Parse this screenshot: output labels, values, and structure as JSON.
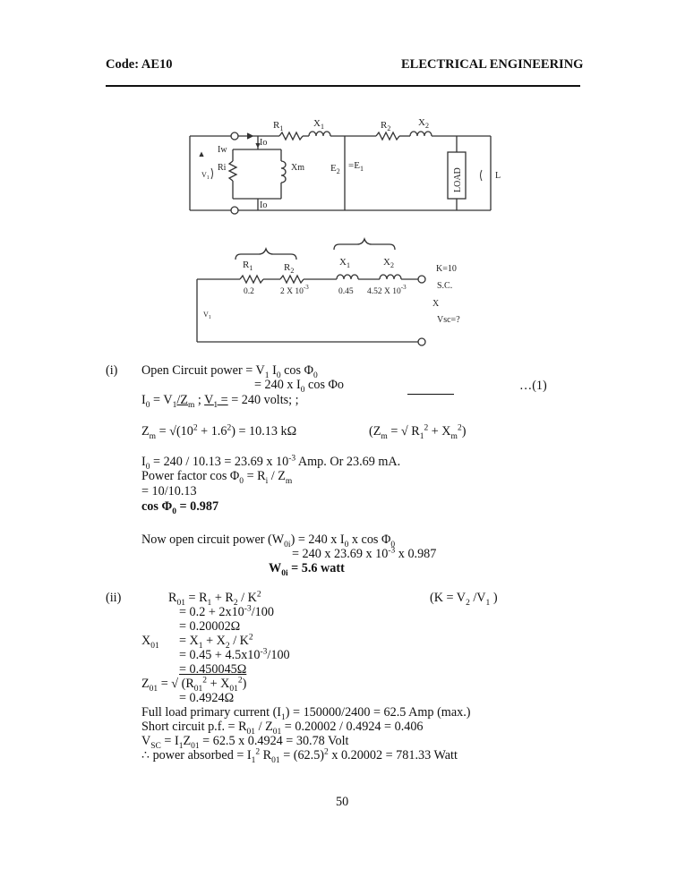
{
  "header": {
    "code": "Code: AE10",
    "subject": "ELECTRICAL ENGINEERING"
  },
  "circuit1": {
    "r1": "R",
    "r1_sub": "1",
    "x1": "X",
    "x1_sub": "1",
    "r2": "R",
    "r2_sub": "2",
    "x2": "X",
    "x2_sub": "2",
    "iw": "Iw",
    "ri": "Ri",
    "io_top": "Io",
    "io_bottom": "Io",
    "xm": "Xm",
    "e2": "E",
    "e2_sub": "2",
    "e1": "=E",
    "e1_sub": "1",
    "load": "LOAD",
    "v1": "V",
    "v1_sub": "1",
    "l": "L"
  },
  "circuit2": {
    "r1": "R",
    "r1_sub": "1",
    "r2": "R",
    "r2_sub": "2",
    "x1": "X",
    "x1_sub": "1",
    "x2": "X",
    "x2_sub": "2",
    "r1_val": "0.2",
    "r2_val": "2 X 10",
    "r2_exp": "-3",
    "x1_val": "0.45",
    "x2_val": "4.52 X 10",
    "x2_exp": "-3",
    "k": "K=10",
    "sc": "S.C.",
    "x": "X",
    "vsc": "Vsc=?",
    "v1": "V",
    "v1_sub": "1"
  },
  "part_i": {
    "label": "(i)",
    "l1": "Open Circuit power = V",
    "l2": "= 240 x I",
    "eq_num": "…(1)",
    "l3": "I",
    "l3b": " = 240 volts;   ;",
    "l4": "Z",
    "l4b": " = √(10",
    "l4c": " + 1.6",
    "l4d": ") = 10.13 kΩ",
    "l4_right": "(Z",
    "l4_right2": " = √ R",
    "l4_right3": " + X",
    "l5": "I",
    "l5b": " = 240 / 10.13 = 23.69 x 10",
    "l5c": " Amp. Or 23.69 mA.",
    "l6": "Power factor cos Φ",
    "l6b": " = R",
    "l6c": " / Z",
    "l7": "= 10/10.13",
    "l8": "cos Φ",
    "l8b": " = 0.987",
    "l9": "Now open circuit power (W",
    "l9b": ") = 240 x I",
    "l9c": " x cos Φ",
    "l10": "= 240 x 23.69 x 10",
    "l10b": " x 0.987",
    "l11": "W",
    "l11b": "  = 5.6 watt"
  },
  "part_ii": {
    "label": "(ii)",
    "r01": "R",
    "r01b": " = R",
    "r01c": " + R",
    "r01d": " / K",
    "k_def": "(K = V",
    "k_def2": " /V",
    "k_def3": " )",
    "r02": "= 0.2 + 2x10",
    "r02b": "/100",
    "r03": "= 0.20002Ω",
    "x01": "X",
    "x01b": "= X",
    "x01c": " + X",
    "x01d": " / K",
    "x02": "= 0.45 + 4.5x10",
    "x02b": "/100",
    "x03": "= 0.450045Ω",
    "z01": "Z",
    "z01b": " = √ (R",
    "z01c": " + X",
    "z01d": ")",
    "z02": "= 0.4924Ω",
    "fl": "Full load primary current (I",
    "flb": ") = 150000/2400 = 62.5 Amp (max.)",
    "sc_pf": "Short circuit p.f. = R",
    "sc_pfb": " / Z",
    "sc_pfc": " = 0.20002 / 0.4924 = 0.406",
    "vsc": "V",
    "vscb": " = I",
    "vscc": "Z",
    "vscd": " = 62.5 x 0.4924 = 30.78 Volt",
    "pa": "∴ power absorbed  = I",
    "pab": " R",
    "pac": " = (62.5)",
    "pad": " x 0.20002 = 781.33 Watt"
  },
  "page_number": "50"
}
